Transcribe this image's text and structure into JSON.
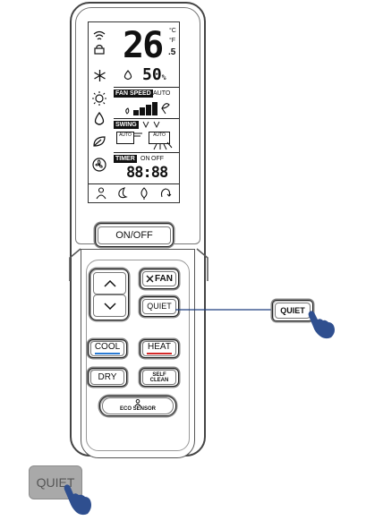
{
  "lcd": {
    "temperature": "26",
    "unit_c": "°C",
    "unit_f": "°F",
    "temp_decimal": ".5",
    "humidity": "50",
    "humidity_unit": "%",
    "fan_speed_label": "FAN SPEED",
    "fan_auto": "AUTO",
    "swing_label": "SWING",
    "swing_auto": "AUTO",
    "timer_label": "TIMER",
    "timer_on": "ON",
    "timer_off": "OFF",
    "timer_display": "88:88"
  },
  "buttons": {
    "on_off": "ON/OFF",
    "fan": "FAN",
    "quiet": "QUIET",
    "cool": "COOL",
    "heat": "HEAT",
    "dry": "DRY",
    "self_clean_line1": "SELF",
    "self_clean_line2": "CLEAN",
    "eco_sensor": "ECO SENSOR"
  },
  "callout": {
    "quiet_label": "QUIET"
  },
  "pressed_example": {
    "quiet_label": "QUIET"
  },
  "colors": {
    "cool_underline": "#2a7bd4",
    "heat_underline": "#d42a2a",
    "hand": "#2f4f8f",
    "pressed_button": "#a9a9a9"
  }
}
